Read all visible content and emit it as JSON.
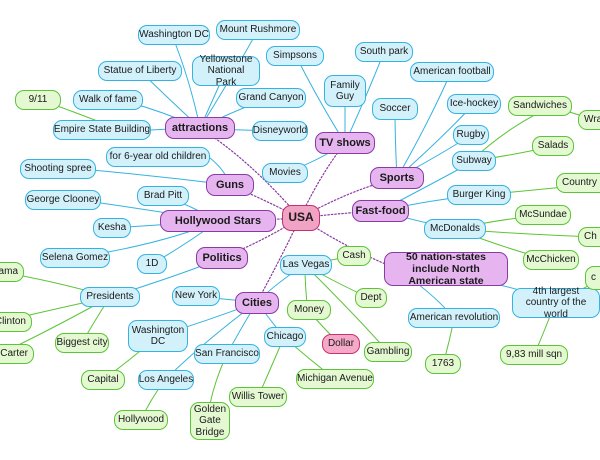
{
  "center": {
    "label": "USA"
  },
  "colors": {
    "blue_line": "#34b3e0",
    "green_line": "#5cc437",
    "purple_line": "#8a3aa3"
  },
  "topics": {
    "attractions": "attractions",
    "tv_shows": "TV shows",
    "sports": "Sports",
    "fast_food": "Fast-food",
    "guns": "Guns",
    "hollywood_stars": "Hollywood Stars",
    "politics": "Politics",
    "cities": "Cities",
    "states": "50 nation-states include North American state"
  },
  "attractions": {
    "washington_dc": "Washington DC",
    "mount_rushmore": "Mount Rushmore",
    "statue_of_liberty": "Statue of Liberty",
    "yellowstone": "Yellowstone National Park",
    "walk_of_fame": "Walk of fame",
    "grand_canyon": "Grand Canyon",
    "empire_state": "Empire State Building",
    "disneyworld": "Disneyworld",
    "nine_eleven": "9/11"
  },
  "tv": {
    "simpsons": "Simpsons",
    "family_guy": "Family Guy",
    "south_park": "South park",
    "movies": "Movies"
  },
  "sports": {
    "american_football": "American football",
    "soccer": "Soccer",
    "ice_hockey": "Ice-hockey",
    "rugby": "Rugby"
  },
  "fast_food": {
    "subway": "Subway",
    "burger_king": "Burger King",
    "mcdonalds": "McDonalds",
    "sandwiches": "Sandwiches",
    "wraps": "Wraps",
    "salads": "Salads",
    "country": "Country be",
    "mcsundae": "McSundae",
    "ch": "Ch",
    "mcchicken": "McChicken"
  },
  "guns": {
    "six_year_old": "for 6-year old children",
    "shooting_spree": "Shooting spree"
  },
  "stars": {
    "brad_pitt": "Brad Pitt",
    "george_clooney": "George Clooney",
    "kesha": "Kesha",
    "selena_gomez": "Selena Gomez",
    "one_d": "1D"
  },
  "politics": {
    "presidents": "Presidents",
    "obama": "ama",
    "clinton": "l Clinton",
    "carter": "y Carter"
  },
  "cities": {
    "las_vegas": "Las Vegas",
    "cash": "Cash",
    "dept": "Dept",
    "money": "Money",
    "dollar": "Dollar",
    "gambling": "Gambling",
    "new_york": "New York",
    "biggest_city": "Biggest city",
    "washington_dc": "Washington DC",
    "capital": "Capital",
    "chicago": "Chicago",
    "san_francisco": "San Francisco",
    "michigan_avenue": "Michigan Avenue",
    "willis_tower": "Willis Tower",
    "golden_gate": "Golden Gate Bridge",
    "los_angeles": "Los Angeles",
    "hollywood": "Hollywood"
  },
  "states": {
    "american_revolution": "American revolution",
    "year_1763": "1763",
    "fourth_largest": "4th largest country of the world",
    "area": "9,83 mill sqn",
    "c_partial": "c"
  }
}
